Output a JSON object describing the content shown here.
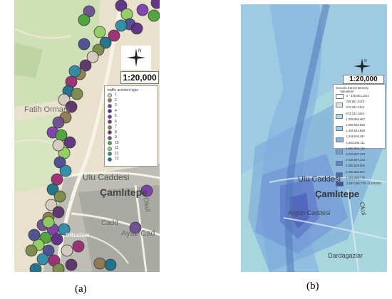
{
  "panel_a": {
    "caption": "(a)",
    "scale": "1:20,000",
    "compass_letter": "N",
    "legend": {
      "title": "traffic accident type",
      "items": [
        {
          "label": "1",
          "color": "#d4cbbe"
        },
        {
          "label": "2",
          "color": "#8e7a50"
        },
        {
          "label": "3",
          "color": "#7d3daa"
        },
        {
          "label": "4",
          "color": "#5d2e84"
        },
        {
          "label": "5",
          "color": "#4b4d8f"
        },
        {
          "label": "6",
          "color": "#9a2b72"
        },
        {
          "label": "7",
          "color": "#7a8a4a"
        },
        {
          "label": "8",
          "color": "#5a3268"
        },
        {
          "label": "9",
          "color": "#6b4e8e"
        },
        {
          "label": "10",
          "color": "#4aa23a"
        },
        {
          "label": "11",
          "color": "#8fcf5e"
        },
        {
          "label": "12",
          "color": "#2d8aa6"
        },
        {
          "label": "13",
          "color": "#1d6f8a"
        }
      ]
    },
    "labels": {
      "fatih": "Fatih Ormanı",
      "ulu": "Ulu Caddesi",
      "camlitepe": "Çamlıtepe",
      "okul": "Okul",
      "ayaz": "Ayaz Cad",
      "cadd": "Cadd",
      "bil": "Bilbadam"
    }
  },
  "panel_b": {
    "caption": "(b)",
    "scale": "1:20,000",
    "compass_letter": "N",
    "legend": {
      "title": "Sorunlu Kernel Density",
      "subtitle": "Value/km²",
      "items": [
        {
          "label": "0 - 336,661.2222",
          "color": "#ffffff"
        },
        {
          "label": "336,661.2223 - 673,322.4444",
          "color": "#d4e8f1"
        },
        {
          "label": "673,322.4445 - 1,009,983.667",
          "color": "#b5dbea"
        },
        {
          "label": "1,009,983.668 - 1,346,644.889",
          "color": "#9dcde4"
        },
        {
          "label": "1,346,644.89 - 1,683,306.111",
          "color": "#7fb5df"
        },
        {
          "label": "1,683,306.112 - 2,019,967.333",
          "color": "#6e9bd7"
        },
        {
          "label": "2,019,967.334 - 2,356,628.556",
          "color": "#5e84cd"
        },
        {
          "label": "2,356,628.557 - 2,693,289.779",
          "color": "#4a68c0"
        },
        {
          "label": "2,693,289.779 - 3,029,951",
          "color": "#3a4fa8"
        }
      ]
    },
    "labels": {
      "ulu": "Ulu Caddesi",
      "camlitepe": "Çamlıtepe",
      "argun": "Argün Caddesi",
      "okul": "Okul",
      "dardagazlar": "Dardagazlar"
    }
  }
}
